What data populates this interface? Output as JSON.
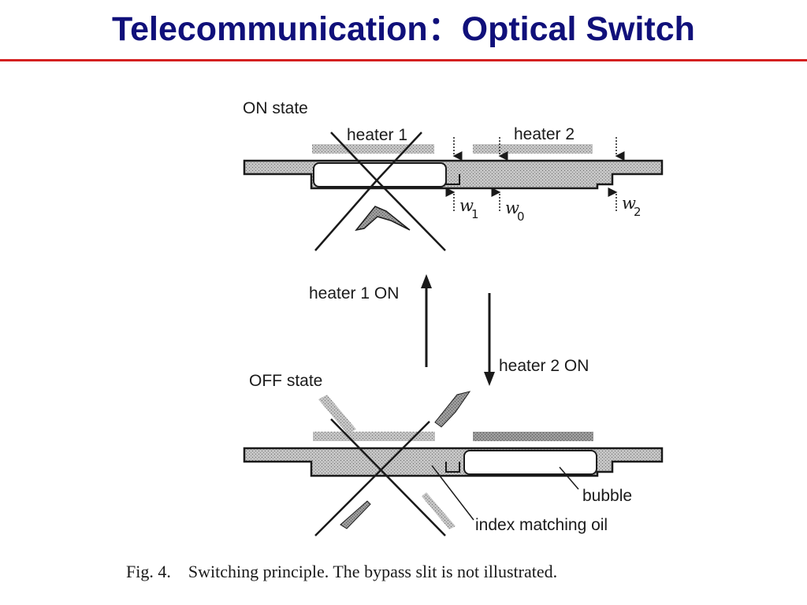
{
  "slide": {
    "title": "Telecommunication：Optical Switch"
  },
  "diagram": {
    "on_state": {
      "label": "ON state",
      "heater1_label": "heater 1",
      "heater2_label": "heater 2",
      "w1": "w",
      "w1_sub": "1",
      "w0": "w",
      "w0_sub": "0",
      "w2": "w",
      "w2_sub": "2"
    },
    "transitions": {
      "up_label": "heater 1 ON",
      "down_label": "heater 2 ON"
    },
    "off_state": {
      "label": "OFF state",
      "bubble_label": "bubble",
      "oil_label": "index matching oil"
    },
    "caption": "Fig. 4.    Switching principle. The bypass slit is not illustrated."
  }
}
